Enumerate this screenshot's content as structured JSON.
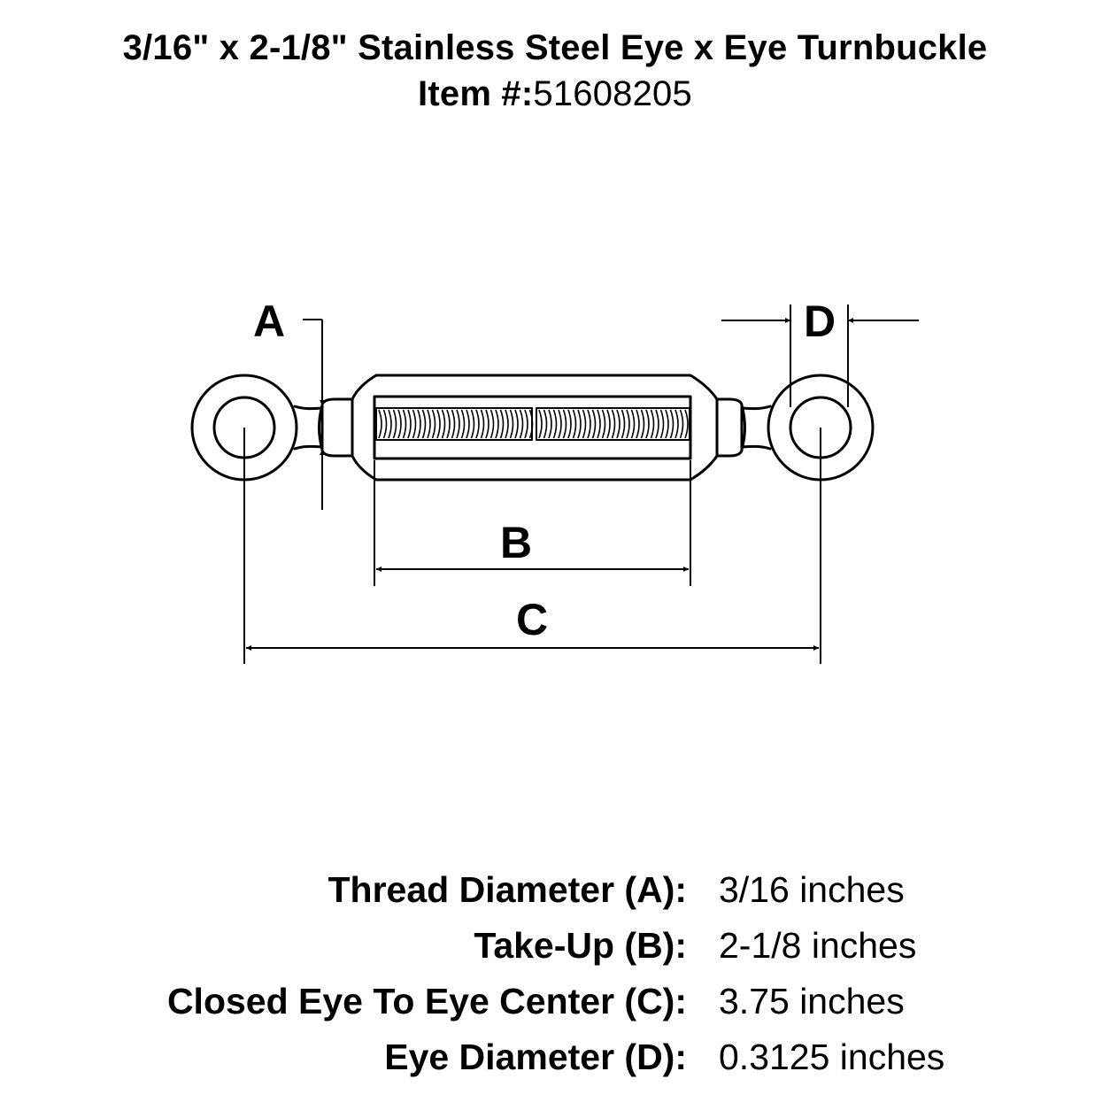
{
  "header": {
    "title": "3/16\" x 2-1/8\" Stainless Steel Eye x Eye Turnbuckle",
    "item_prefix": "Item #:",
    "item_number": "51608205"
  },
  "diagram": {
    "labels": {
      "a": "A",
      "b": "B",
      "c": "C",
      "d": "D"
    }
  },
  "specs": [
    {
      "label": "Thread Diameter (A):",
      "value": "3/16 inches"
    },
    {
      "label": "Take-Up (B):",
      "value": "2-1/8 inches"
    },
    {
      "label": "Closed Eye To Eye Center (C):",
      "value": "3.75 inches"
    },
    {
      "label": "Eye Diameter (D):",
      "value": "0.3125 inches"
    }
  ]
}
